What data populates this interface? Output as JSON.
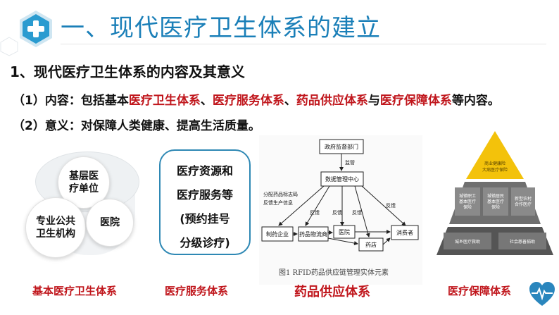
{
  "header": {
    "title": "一、现代医疗卫生体系的建立"
  },
  "section": {
    "subtitle": "1、现代医疗卫生体系的内容及其意义",
    "content_prefix": "（1）内容：包括基本",
    "content_term1": "医疗卫生体系",
    "content_sep1": "、",
    "content_term2": "医疗服务体系",
    "content_sep2": "、",
    "content_term3": "药品供应体系",
    "content_sep3": "与",
    "content_term4": "医疗保障体系",
    "content_suffix": "等内容。",
    "meaning": "（2）意义：对保障人类健康、提高生活质量。"
  },
  "venn": {
    "top": [
      "基层医",
      "疗单位"
    ],
    "left": [
      "专业公共",
      "卫生机构"
    ],
    "right": "医院"
  },
  "service_box": {
    "lines": [
      "医疗资源和",
      "医疗服务等",
      "(预约挂号",
      "分级诊疗)"
    ]
  },
  "flow": {
    "gov": "政府监督部门",
    "supervise": "监管",
    "center": "数据管理中心",
    "assign": "分配药品标志码",
    "feedback_info": "反馈生产信息",
    "feedback": "反馈",
    "producer": "制药企业",
    "logistics": "药品物流商",
    "hospital": "医院",
    "pharmacy": "药店",
    "consumer": "消费者",
    "caption": "图1  RFID药品供应链管理实体元素"
  },
  "pyramid": {
    "top": [
      "商业健康险",
      "大病医疗保险"
    ],
    "mid": [
      [
        "城镇职工",
        "基本医疗",
        "保险"
      ],
      [
        "城镇居民",
        "基本医疗",
        "保险"
      ],
      [
        "新型农村",
        "合作医疗"
      ]
    ],
    "bottom": [
      "城乡医疗救助",
      "社会慈善捐助"
    ]
  },
  "captions": {
    "c1": "基本医疗卫生体系",
    "c2": "医疗服务体系",
    "c3": "药品供应体系",
    "c4": "医疗保障体系"
  },
  "colors": {
    "title": "#1a7fb8",
    "accent_red": "#c0161c",
    "box_border": "#2e88b4",
    "pyramid_gold": "#f3c20b",
    "pyramid_gray": "#6f6f6f",
    "heart": "#2a86bd"
  },
  "icons": {
    "logo": "medical-cross-hexagon-icon",
    "corner": "heartbeat-icon"
  }
}
